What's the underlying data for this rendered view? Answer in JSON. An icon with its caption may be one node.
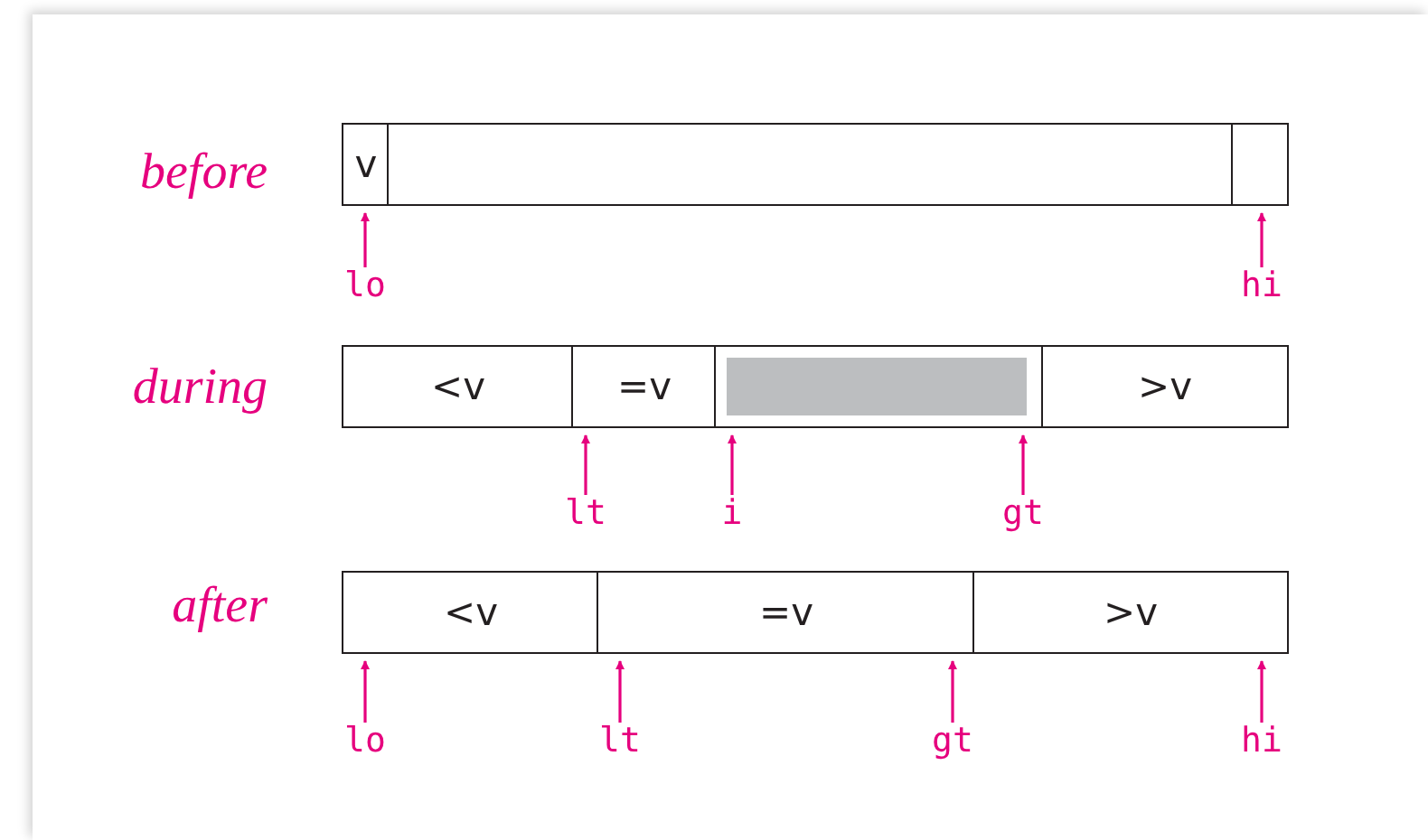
{
  "diagram": {
    "nodes": [
      {
        "text": [
          "v"
        ]
      },
      {
        "text": [],
        "shape": "box"
      },
      {
        "text": [],
        "shape": "box"
      },
      {
        "text": [
          "lo"
        ]
      },
      {
        "text": [
          "hi"
        ]
      },
      {
        "text": [
          "<v"
        ]
      },
      {
        "text": [
          "=v"
        ]
      },
      {
        "text": [],
        "shape": "box"
      },
      {
        "text": [],
        "shape": "bar",
        "in": 7
      },
      {
        "text": [
          ">v"
        ]
      },
      {
        "text": [
          "lt"
        ]
      },
      {
        "text": [
          "i"
        ]
      },
      {
        "text": [
          "gt"
        ]
      },
      {
        "text": [
          "<v"
        ]
      },
      {
        "text": [
          "=v"
        ]
      },
      {
        "text": [
          ">v"
        ]
      },
      {
        "text": [
          "lo"
        ]
      },
      {
        "text": [
          "lt"
        ]
      },
      {
        "text": [
          "gt"
        ]
      },
      {
        "text": [
          "hi"
        ]
      }
    ],
    "edges": [
      {
        "from": 3,
        "to": 0,
        "arrow": "to"
      },
      {
        "from": 4,
        "to": 2,
        "arrow": "to"
      },
      {
        "from": 10,
        "to": 6,
        "arrow": "to"
      },
      {
        "from": 11,
        "to": 7,
        "arrow": "to"
      },
      {
        "from": 12,
        "to": 7,
        "arrow": "to"
      },
      {
        "from": 16,
        "to": 13,
        "arrow": "to"
      },
      {
        "from": 17,
        "to": 14,
        "arrow": "to"
      },
      {
        "from": 18,
        "to": 14,
        "arrow": "to"
      },
      {
        "from": 19,
        "to": 15,
        "arrow": "to"
      }
    ],
    "labels": [
      "before",
      "during",
      "after"
    ]
  }
}
